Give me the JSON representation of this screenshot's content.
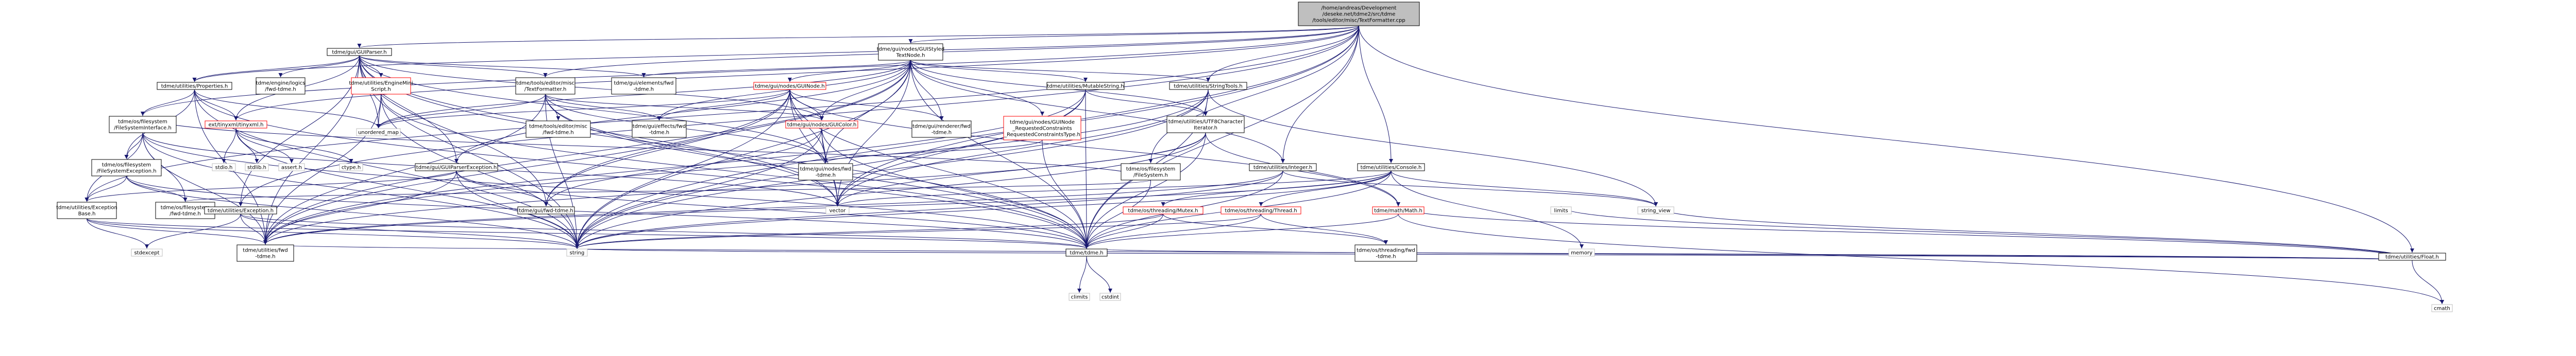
{
  "colors": {
    "edge": "#191970",
    "node_fill": "#ffffff",
    "node_border": "#000000",
    "root_fill": "#bfbfbf",
    "root_border": "#000000",
    "incomplete_border": "#ff0000",
    "system_border": "#bfbfbf"
  },
  "nodes": [
    {
      "id": "root",
      "lines": [
        "/home/andreas/Development",
        "/deseke.net/tdme2/src/tdme",
        "/tools/editor/misc/TextFormatter.cpp"
      ],
      "kind": "root"
    },
    {
      "id": "GUIParser",
      "lines": [
        "tdme/gui/GUIParser.h"
      ],
      "kind": "normal"
    },
    {
      "id": "GUIStyledTextNode",
      "lines": [
        "tdme/gui/nodes/GUIStyled",
        "TextNode.h"
      ],
      "kind": "normal"
    },
    {
      "id": "Properties",
      "lines": [
        "tdme/utilities/Properties.h"
      ],
      "kind": "normal"
    },
    {
      "id": "enginelogics",
      "lines": [
        "tdme/engine/logics",
        "/fwd-tdme.h"
      ],
      "kind": "normal"
    },
    {
      "id": "EngineMiniscript",
      "lines": [
        "tdme/utilities/EngineMini",
        "Script.h"
      ],
      "kind": "incomplete"
    },
    {
      "id": "TextFormatter",
      "lines": [
        "tdme/tools/editor/misc",
        "/TextFormatter.h"
      ],
      "kind": "normal"
    },
    {
      "id": "elementsfwd",
      "lines": [
        "tdme/gui/elements/fwd",
        "-tdme.h"
      ],
      "kind": "normal"
    },
    {
      "id": "GUINode",
      "lines": [
        "tdme/gui/nodes/GUINode.h"
      ],
      "kind": "incomplete"
    },
    {
      "id": "MutableString",
      "lines": [
        "tdme/utilities/MutableString.h"
      ],
      "kind": "normal"
    },
    {
      "id": "StringTools",
      "lines": [
        "tdme/utilities/StringTools.h"
      ],
      "kind": "normal"
    },
    {
      "id": "Float",
      "lines": [
        "tdme/utilities/Float.h"
      ],
      "kind": "normal"
    },
    {
      "id": "FileSystemInterface",
      "lines": [
        "tdme/os/filesystem",
        "/FileSystemInterface.h"
      ],
      "kind": "normal"
    },
    {
      "id": "tinyxml",
      "lines": [
        "ext/tinyxml/tinyxml.h"
      ],
      "kind": "incomplete"
    },
    {
      "id": "unordered_map",
      "lines": [
        "unordered_map"
      ],
      "kind": "system"
    },
    {
      "id": "toolsmiscfwd",
      "lines": [
        "tdme/tools/editor/misc",
        "/fwd-tdme.h"
      ],
      "kind": "normal"
    },
    {
      "id": "effectsfwd",
      "lines": [
        "tdme/gui/effects/fwd",
        "-tdme.h"
      ],
      "kind": "normal"
    },
    {
      "id": "GUIColor",
      "lines": [
        "tdme/gui/nodes/GUIColor.h"
      ],
      "kind": "incomplete"
    },
    {
      "id": "rendererfwd",
      "lines": [
        "tdme/gui/renderer/fwd",
        "-tdme.h"
      ],
      "kind": "normal"
    },
    {
      "id": "RequestedConstraints",
      "lines": [
        "tdme/gui/nodes/GUINode",
        "_RequestedConstraints",
        "_RequestedConstraintsType.h"
      ],
      "kind": "incomplete"
    },
    {
      "id": "UTF8Iterator",
      "lines": [
        "tdme/utilities/UTF8Character",
        "Iterator.h"
      ],
      "kind": "normal"
    },
    {
      "id": "FileSystemException",
      "lines": [
        "tdme/os/filesystem",
        "/FileSystemException.h"
      ],
      "kind": "normal"
    },
    {
      "id": "stdioh",
      "lines": [
        "stdio.h"
      ],
      "kind": "system"
    },
    {
      "id": "stdlibh",
      "lines": [
        "stdlib.h"
      ],
      "kind": "system"
    },
    {
      "id": "asserth",
      "lines": [
        "assert.h"
      ],
      "kind": "system"
    },
    {
      "id": "ctypeh",
      "lines": [
        "ctype.h"
      ],
      "kind": "system"
    },
    {
      "id": "GUIParserException",
      "lines": [
        "tdme/gui/GUIParserException.h"
      ],
      "kind": "normal"
    },
    {
      "id": "nodesfwd",
      "lines": [
        "tdme/gui/nodes/fwd",
        "-tdme.h"
      ],
      "kind": "normal"
    },
    {
      "id": "FileSystem",
      "lines": [
        "tdme/os/filesystem",
        "/FileSystem.h"
      ],
      "kind": "normal"
    },
    {
      "id": "Integer",
      "lines": [
        "tdme/utilities/Integer.h"
      ],
      "kind": "normal"
    },
    {
      "id": "Console",
      "lines": [
        "tdme/utilities/Console.h"
      ],
      "kind": "normal"
    },
    {
      "id": "ExceptionBase",
      "lines": [
        "tdme/utilities/Exception",
        "Base.h"
      ],
      "kind": "normal"
    },
    {
      "id": "filesystemfwd",
      "lines": [
        "tdme/os/filesystem",
        "/fwd-tdme.h"
      ],
      "kind": "normal"
    },
    {
      "id": "Exception",
      "lines": [
        "tdme/utilities/Exception.h"
      ],
      "kind": "normal"
    },
    {
      "id": "guifwd",
      "lines": [
        "tdme/gui/fwd-tdme.h"
      ],
      "kind": "normal"
    },
    {
      "id": "vector",
      "lines": [
        "vector"
      ],
      "kind": "system"
    },
    {
      "id": "Mutex",
      "lines": [
        "tdme/os/threading/Mutex.h"
      ],
      "kind": "incomplete"
    },
    {
      "id": "Thread",
      "lines": [
        "tdme/os/threading/Thread.h"
      ],
      "kind": "incomplete"
    },
    {
      "id": "MathH",
      "lines": [
        "tdme/math/Math.h"
      ],
      "kind": "incomplete"
    },
    {
      "id": "limits",
      "lines": [
        "limits"
      ],
      "kind": "system"
    },
    {
      "id": "string_view",
      "lines": [
        "string_view"
      ],
      "kind": "system"
    },
    {
      "id": "stdexcept",
      "lines": [
        "stdexcept"
      ],
      "kind": "system"
    },
    {
      "id": "utilitiesfwd",
      "lines": [
        "tdme/utilities/fwd",
        "-tdme.h"
      ],
      "kind": "normal"
    },
    {
      "id": "string",
      "lines": [
        "string"
      ],
      "kind": "system"
    },
    {
      "id": "tdmeh",
      "lines": [
        "tdme/tdme.h"
      ],
      "kind": "normal"
    },
    {
      "id": "threadingfwd",
      "lines": [
        "tdme/os/threading/fwd",
        "-tdme.h"
      ],
      "kind": "normal"
    },
    {
      "id": "memory",
      "lines": [
        "memory"
      ],
      "kind": "system"
    },
    {
      "id": "cmath",
      "lines": [
        "cmath"
      ],
      "kind": "system"
    },
    {
      "id": "climits",
      "lines": [
        "climits"
      ],
      "kind": "system"
    },
    {
      "id": "cstdint",
      "lines": [
        "cstdint"
      ],
      "kind": "system"
    }
  ],
  "edges": [
    [
      "root",
      "GUIParser"
    ],
    [
      "root",
      "GUIStyledTextNode"
    ],
    [
      "root",
      "Properties"
    ],
    [
      "root",
      "TextFormatter"
    ],
    [
      "root",
      "tinyxml"
    ],
    [
      "root",
      "FileSystemInterface"
    ],
    [
      "root",
      "FileSystem"
    ],
    [
      "root",
      "Integer"
    ],
    [
      "root",
      "StringTools"
    ],
    [
      "root",
      "Float"
    ],
    [
      "root",
      "Console"
    ],
    [
      "root",
      "ExceptionBase"
    ],
    [
      "root",
      "Exception"
    ],
    [
      "root",
      "string"
    ],
    [
      "root",
      "vector"
    ],
    [
      "root",
      "tdmeh"
    ],
    [
      "GUIParser",
      "Properties"
    ],
    [
      "GUIParser",
      "enginelogics"
    ],
    [
      "GUIParser",
      "EngineMiniscript"
    ],
    [
      "GUIParser",
      "TextFormatter"
    ],
    [
      "GUIParser",
      "elementsfwd"
    ],
    [
      "GUIParser",
      "tinyxml"
    ],
    [
      "GUIParser",
      "unordered_map"
    ],
    [
      "GUIParser",
      "GUIParserException"
    ],
    [
      "GUIParser",
      "nodesfwd"
    ],
    [
      "GUIParser",
      "GUIColor"
    ],
    [
      "GUIParser",
      "guifwd"
    ],
    [
      "GUIParser",
      "vector"
    ],
    [
      "GUIParser",
      "string"
    ],
    [
      "GUIParser",
      "tdmeh"
    ],
    [
      "GUIParser",
      "Exception"
    ],
    [
      "GUIParser",
      "utilitiesfwd"
    ],
    [
      "GUIStyledTextNode",
      "elementsfwd"
    ],
    [
      "GUIStyledTextNode",
      "GUINode"
    ],
    [
      "GUIStyledTextNode",
      "MutableString"
    ],
    [
      "GUIStyledTextNode",
      "StringTools"
    ],
    [
      "GUIStyledTextNode",
      "GUIColor"
    ],
    [
      "GUIStyledTextNode",
      "RequestedConstraints"
    ],
    [
      "GUIStyledTextNode",
      "UTF8Iterator"
    ],
    [
      "GUIStyledTextNode",
      "nodesfwd"
    ],
    [
      "GUIStyledTextNode",
      "rendererfwd"
    ],
    [
      "GUIStyledTextNode",
      "effectsfwd"
    ],
    [
      "GUIStyledTextNode",
      "guifwd"
    ],
    [
      "GUIStyledTextNode",
      "utilitiesfwd"
    ],
    [
      "GUIStyledTextNode",
      "vector"
    ],
    [
      "GUIStyledTextNode",
      "string"
    ],
    [
      "GUIStyledTextNode",
      "tdmeh"
    ],
    [
      "GUIStyledTextNode",
      "unordered_map"
    ],
    [
      "GUIStyledTextNode",
      "GUIParserException"
    ],
    [
      "GUIStyledTextNode",
      "Integer"
    ],
    [
      "Properties",
      "FileSystemInterface"
    ],
    [
      "Properties",
      "FileSystemException"
    ],
    [
      "Properties",
      "unordered_map"
    ],
    [
      "Properties",
      "tinyxml"
    ],
    [
      "Properties",
      "string"
    ],
    [
      "Properties",
      "tdmeh"
    ],
    [
      "Properties",
      "utilitiesfwd"
    ],
    [
      "EngineMiniscript",
      "unordered_map"
    ],
    [
      "EngineMiniscript",
      "string"
    ],
    [
      "EngineMiniscript",
      "tdmeh"
    ],
    [
      "EngineMiniscript",
      "utilitiesfwd"
    ],
    [
      "TextFormatter",
      "toolsmiscfwd"
    ],
    [
      "TextFormatter",
      "effectsfwd"
    ],
    [
      "TextFormatter",
      "nodesfwd"
    ],
    [
      "TextFormatter",
      "GUIColor"
    ],
    [
      "TextFormatter",
      "vector"
    ],
    [
      "TextFormatter",
      "string"
    ],
    [
      "TextFormatter",
      "tdmeh"
    ],
    [
      "TextFormatter",
      "utilitiesfwd"
    ],
    [
      "TextFormatter",
      "unordered_map"
    ],
    [
      "GUINode",
      "unordered_map"
    ],
    [
      "GUINode",
      "effectsfwd"
    ],
    [
      "GUINode",
      "GUIColor"
    ],
    [
      "GUINode",
      "nodesfwd"
    ],
    [
      "GUINode",
      "rendererfwd"
    ],
    [
      "GUINode",
      "guifwd"
    ],
    [
      "GUINode",
      "MathH"
    ],
    [
      "GUINode",
      "vector"
    ],
    [
      "GUINode",
      "string"
    ],
    [
      "GUINode",
      "tdmeh"
    ],
    [
      "GUINode",
      "utilitiesfwd"
    ],
    [
      "MutableString",
      "UTF8Iterator"
    ],
    [
      "MutableString",
      "vector"
    ],
    [
      "MutableString",
      "string"
    ],
    [
      "MutableString",
      "tdmeh"
    ],
    [
      "MutableString",
      "utilitiesfwd"
    ],
    [
      "StringTools",
      "UTF8Iterator"
    ],
    [
      "StringTools",
      "vector"
    ],
    [
      "StringTools",
      "string"
    ],
    [
      "StringTools",
      "string_view"
    ],
    [
      "StringTools",
      "tdmeh"
    ],
    [
      "StringTools",
      "utilitiesfwd"
    ],
    [
      "Float",
      "MathH"
    ],
    [
      "Float",
      "limits"
    ],
    [
      "Float",
      "string"
    ],
    [
      "Float",
      "string_view"
    ],
    [
      "Float",
      "cmath"
    ],
    [
      "Float",
      "tdmeh"
    ],
    [
      "Float",
      "utilitiesfwd"
    ],
    [
      "FileSystemInterface",
      "FileSystemException"
    ],
    [
      "FileSystemInterface",
      "filesystemfwd"
    ],
    [
      "FileSystemInterface",
      "vector"
    ],
    [
      "FileSystemInterface",
      "string"
    ],
    [
      "FileSystemInterface",
      "tdmeh"
    ],
    [
      "FileSystemInterface",
      "utilitiesfwd"
    ],
    [
      "FileSystemInterface",
      "ExceptionBase"
    ],
    [
      "tinyxml",
      "stdioh"
    ],
    [
      "tinyxml",
      "stdlibh"
    ],
    [
      "tinyxml",
      "asserth"
    ],
    [
      "tinyxml",
      "ctypeh"
    ],
    [
      "tinyxml",
      "string"
    ],
    [
      "GUIColor",
      "nodesfwd"
    ],
    [
      "GUIColor",
      "vector"
    ],
    [
      "GUIColor",
      "string"
    ],
    [
      "GUIColor",
      "tdmeh"
    ],
    [
      "GUIColor",
      "guifwd"
    ],
    [
      "RequestedConstraints",
      "nodesfwd"
    ],
    [
      "RequestedConstraints",
      "tdmeh"
    ],
    [
      "UTF8Iterator",
      "vector"
    ],
    [
      "UTF8Iterator",
      "string"
    ],
    [
      "UTF8Iterator",
      "tdmeh"
    ],
    [
      "UTF8Iterator",
      "MathH"
    ],
    [
      "UTF8Iterator",
      "utilitiesfwd"
    ],
    [
      "FileSystemException",
      "ExceptionBase"
    ],
    [
      "FileSystemException",
      "filesystemfwd"
    ],
    [
      "FileSystemException",
      "string"
    ],
    [
      "FileSystemException",
      "tdmeh"
    ],
    [
      "GUIParserException",
      "guifwd"
    ],
    [
      "GUIParserException",
      "ExceptionBase"
    ],
    [
      "GUIParserException",
      "string"
    ],
    [
      "GUIParserException",
      "tdmeh"
    ],
    [
      "GUIParserException",
      "utilitiesfwd"
    ],
    [
      "FileSystem",
      "FileSystemInterface"
    ],
    [
      "FileSystem",
      "filesystemfwd"
    ],
    [
      "FileSystem",
      "tdmeh"
    ],
    [
      "Integer",
      "string"
    ],
    [
      "Integer",
      "string_view"
    ],
    [
      "Integer",
      "tdmeh"
    ],
    [
      "Integer",
      "utilitiesfwd"
    ],
    [
      "Console",
      "Mutex"
    ],
    [
      "Console",
      "Thread"
    ],
    [
      "Console",
      "vector"
    ],
    [
      "Console",
      "memory"
    ],
    [
      "Console",
      "string"
    ],
    [
      "Console",
      "string_view"
    ],
    [
      "Console",
      "tdmeh"
    ],
    [
      "Console",
      "utilitiesfwd"
    ],
    [
      "ExceptionBase",
      "stdexcept"
    ],
    [
      "ExceptionBase",
      "string"
    ],
    [
      "ExceptionBase",
      "tdmeh"
    ],
    [
      "ExceptionBase",
      "utilitiesfwd"
    ],
    [
      "Exception",
      "stdexcept"
    ],
    [
      "Exception",
      "string"
    ],
    [
      "Exception",
      "tdmeh"
    ],
    [
      "Exception",
      "utilitiesfwd"
    ],
    [
      "Mutex",
      "threadingfwd"
    ],
    [
      "Mutex",
      "string"
    ],
    [
      "Mutex",
      "tdmeh"
    ],
    [
      "Thread",
      "threadingfwd"
    ],
    [
      "Thread",
      "string"
    ],
    [
      "Thread",
      "tdmeh"
    ],
    [
      "MathH",
      "cmath"
    ],
    [
      "MathH",
      "tdmeh"
    ],
    [
      "tdmeh",
      "climits"
    ],
    [
      "tdmeh",
      "cstdint"
    ]
  ]
}
